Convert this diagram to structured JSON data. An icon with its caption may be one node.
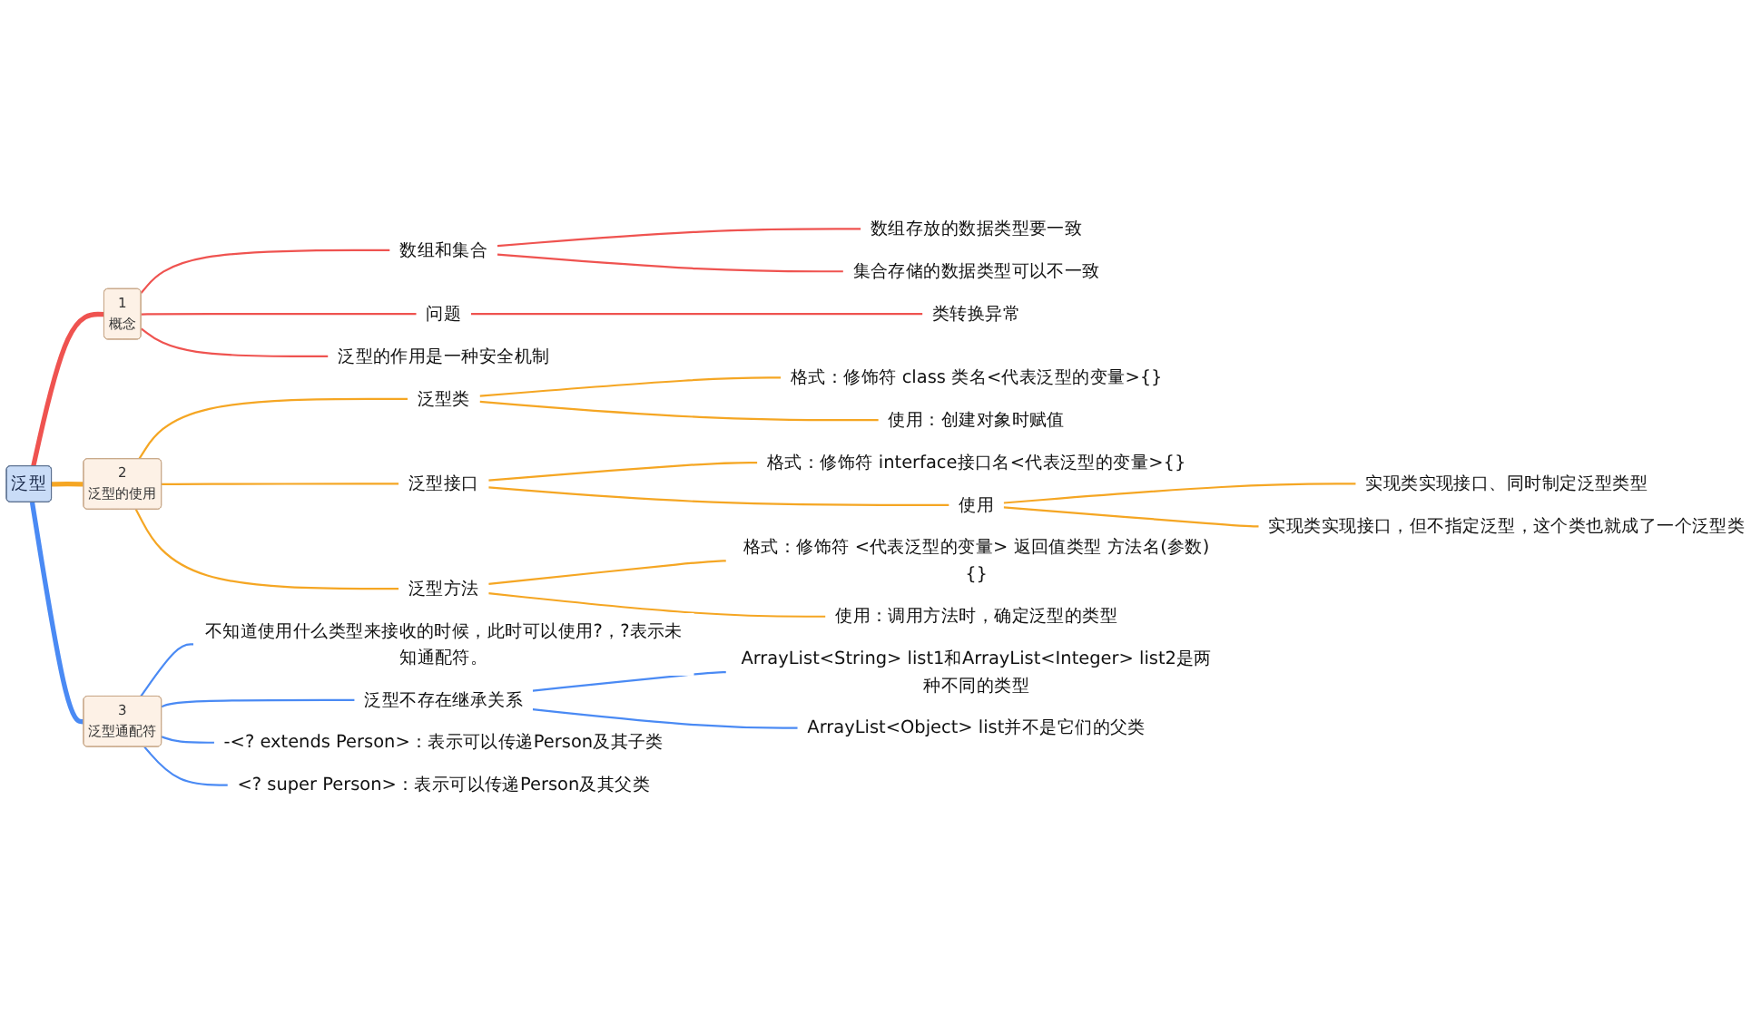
{
  "diagram": {
    "nodes": [
      {
        "text": [
          "泛型"
        ]
      },
      {
        "text": [
          "1",
          "概念"
        ]
      },
      {
        "text": [
          "数组和集合"
        ]
      },
      {
        "text": [
          "数组存放的数据类型要一致"
        ]
      },
      {
        "text": [
          "集合存储的数据类型可以不一致"
        ]
      },
      {
        "text": [
          "问题"
        ]
      },
      {
        "text": [
          "类转换异常"
        ]
      },
      {
        "text": [
          "泛型的作用是一种安全机制"
        ]
      },
      {
        "text": [
          "2",
          "泛型的使用"
        ]
      },
      {
        "text": [
          "泛型类"
        ]
      },
      {
        "text": [
          "格式：修饰符 class 类名<代表泛型的变量>{}"
        ]
      },
      {
        "text": [
          "使用：创建对象时赋值"
        ]
      },
      {
        "text": [
          "泛型接口"
        ]
      },
      {
        "text": [
          "格式：修饰符 interface接口名<代表泛型的变量>{}"
        ]
      },
      {
        "text": [
          "使用"
        ]
      },
      {
        "text": [
          "实现类实现接口、同时制定泛型类型"
        ]
      },
      {
        "text": [
          "实现类实现接口，但不指定泛型，这个类也就成了一个泛型类"
        ]
      },
      {
        "text": [
          "泛型方法"
        ]
      },
      {
        "text": [
          "格式：修饰符 <代表泛型的变量> 返回值类型 方法名(参数){}"
        ]
      },
      {
        "text": [
          "使用：调用方法时，确定泛型的类型"
        ]
      },
      {
        "text": [
          "3",
          "泛型通配符"
        ]
      },
      {
        "text": [
          "不知道使用什么类型来接收的时候，此时可以使用?，?表示未知通配符。"
        ]
      },
      {
        "text": [
          "泛型不存在继承关系"
        ]
      },
      {
        "text": [
          "ArrayList<String> list1和ArrayList<Integer> list2是两种不同的类型"
        ]
      },
      {
        "text": [
          "ArrayList<Object> list并不是它们的父类"
        ]
      },
      {
        "text": [
          "-<? extends Person>：表示可以传递Person及其子类"
        ]
      },
      {
        "text": [
          "<? super Person>：表示可以传递Person及其父类"
        ]
      }
    ],
    "edges": [
      {
        "from": 0,
        "to": 1,
        "arrow": "none",
        "style": "thick",
        "color": "#ef5350"
      },
      {
        "from": 1,
        "to": 2,
        "arrow": "none",
        "color": "#ef5350"
      },
      {
        "from": 2,
        "to": 3,
        "arrow": "none",
        "color": "#ef5350"
      },
      {
        "from": 2,
        "to": 4,
        "arrow": "none",
        "color": "#ef5350"
      },
      {
        "from": 1,
        "to": 5,
        "arrow": "none",
        "color": "#ef5350"
      },
      {
        "from": 5,
        "to": 6,
        "arrow": "none",
        "color": "#ef5350"
      },
      {
        "from": 1,
        "to": 7,
        "arrow": "none",
        "color": "#ef5350"
      },
      {
        "from": 0,
        "to": 8,
        "arrow": "none",
        "style": "thick"
      },
      {
        "from": 8,
        "to": 9,
        "arrow": "none"
      },
      {
        "from": 9,
        "to": 10,
        "arrow": "none"
      },
      {
        "from": 9,
        "to": 11,
        "arrow": "none"
      },
      {
        "from": 8,
        "to": 12,
        "arrow": "none"
      },
      {
        "from": 12,
        "to": 13,
        "arrow": "none"
      },
      {
        "from": 12,
        "to": 14,
        "arrow": "none"
      },
      {
        "from": 14,
        "to": 15,
        "arrow": "none"
      },
      {
        "from": 14,
        "to": 16,
        "arrow": "none"
      },
      {
        "from": 8,
        "to": 17,
        "arrow": "none"
      },
      {
        "from": 17,
        "to": 18,
        "arrow": "none"
      },
      {
        "from": 17,
        "to": 19,
        "arrow": "none"
      },
      {
        "from": 0,
        "to": 20,
        "arrow": "none",
        "style": "thick",
        "color": "#4a8af4"
      },
      {
        "from": 20,
        "to": 21,
        "arrow": "none",
        "color": "#4a8af4"
      },
      {
        "from": 20,
        "to": 22,
        "arrow": "none",
        "color": "#4a8af4"
      },
      {
        "from": 22,
        "to": 23,
        "arrow": "none",
        "color": "#4a8af4"
      },
      {
        "from": 22,
        "to": 24,
        "arrow": "none",
        "color": "#4a8af4"
      },
      {
        "from": 20,
        "to": 25,
        "arrow": "none",
        "color": "#4a8af4"
      },
      {
        "from": 20,
        "to": 26,
        "arrow": "none",
        "color": "#4a8af4"
      }
    ]
  }
}
